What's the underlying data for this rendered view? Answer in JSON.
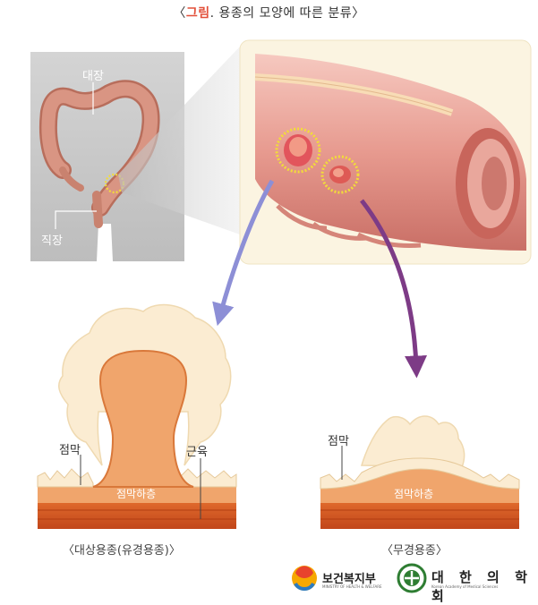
{
  "title": {
    "accent": "그림",
    "rest": "용종의 모양에 따른 분류",
    "open": "〈",
    "close": "〉"
  },
  "labels": {
    "colon": "대장",
    "rectum": "직장",
    "mucosa_left": "점막",
    "muscle": "근육",
    "submucosa_left": "점막하층",
    "mucosa_right": "점막",
    "submucosa_right": "점막하층"
  },
  "captions": {
    "pedunculated": "〈대상용종(유경용종)〉",
    "sessile": "〈무경용종〉"
  },
  "logos": {
    "ministry": "보건복지부",
    "ministry_en": "MINISTRY OF HEALTH & WELFARE",
    "academy": "대 한 의 학 회",
    "academy_en": "Korean Academy of Medical Sciences"
  },
  "colors": {
    "accent": "#e2503a",
    "body_gray": "#cfcfcf",
    "colon": "#cf8a72",
    "panel_bg": "#fbf4e1",
    "polyp_fill": "#f0a56c",
    "villi": "#fbecd2",
    "muscle": "#d3531f",
    "arrow_blue": "#8d8fd6",
    "arrow_purple": "#7d3b86",
    "highlight": "#f2dc3a"
  }
}
